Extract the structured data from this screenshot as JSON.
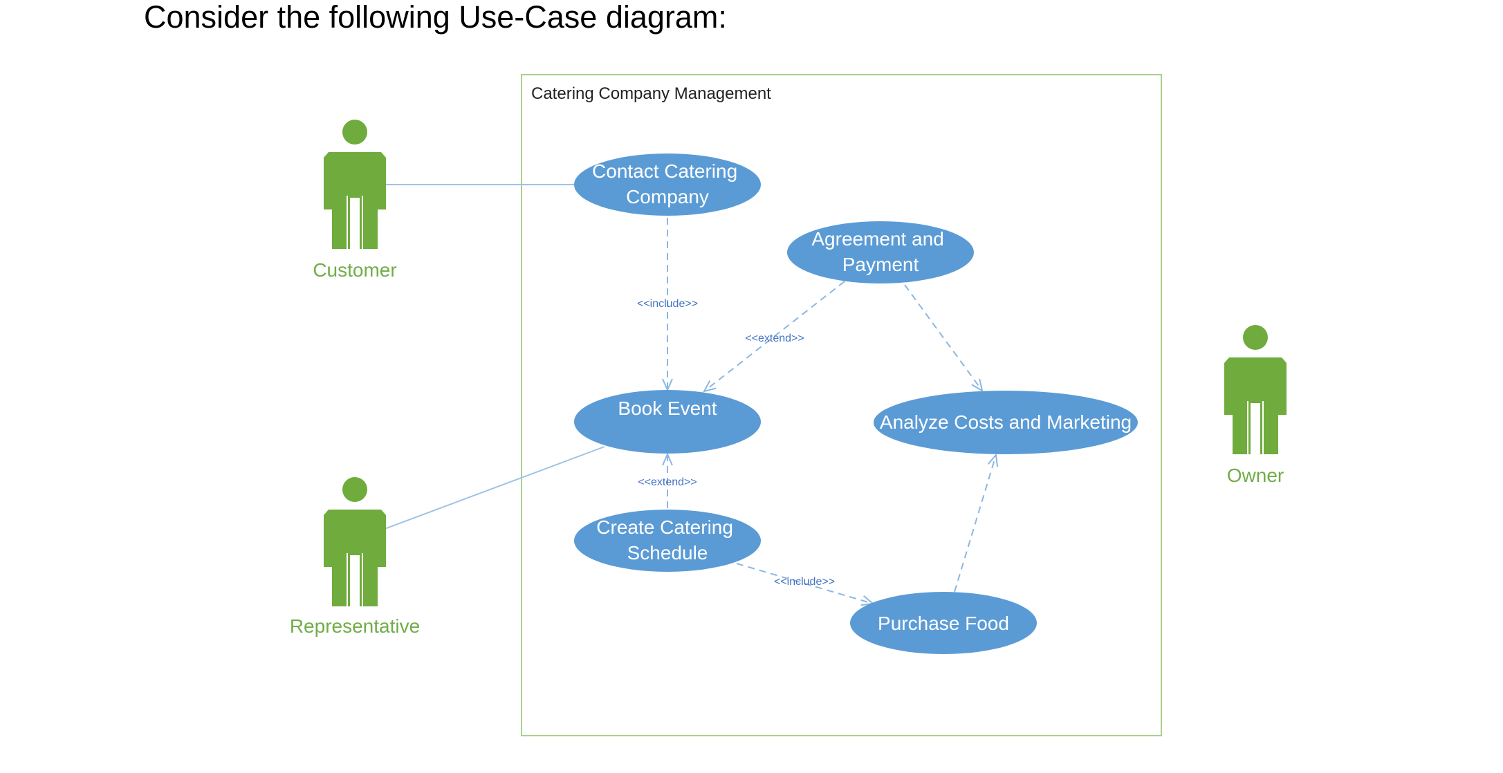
{
  "heading": "Consider the following Use-Case diagram:",
  "system": {
    "name": "Catering Company Management"
  },
  "actors": {
    "customer": "Customer",
    "representative": "Representative",
    "owner": "Owner"
  },
  "use_cases": {
    "contact_catering_company": [
      "Contact Catering",
      "Company"
    ],
    "agreement_and_payment": [
      "Agreement and",
      "Payment"
    ],
    "book_event": [
      "Book Event"
    ],
    "analyze_costs_and_marketing": [
      "Analyze Costs and Marketing"
    ],
    "create_catering_schedule": [
      "Create Catering",
      "Schedule"
    ],
    "purchase_food": [
      "Purchase Food"
    ]
  },
  "relationships": {
    "contact_includes_book": "<<include>>",
    "agreement_extends_book": "<<extend>>",
    "schedule_extends_book": "<<extend>>",
    "schedule_includes_purchase": "<<include>>"
  },
  "colors": {
    "actor": "#6fab3d",
    "actor_label": "#70ad47",
    "use_case_fill": "#5b9bd5",
    "relationship_line": "#8cb6e2",
    "association_line": "#9dc3e6",
    "stereotype_text": "#4472c4",
    "system_border": "#a9d18e"
  }
}
